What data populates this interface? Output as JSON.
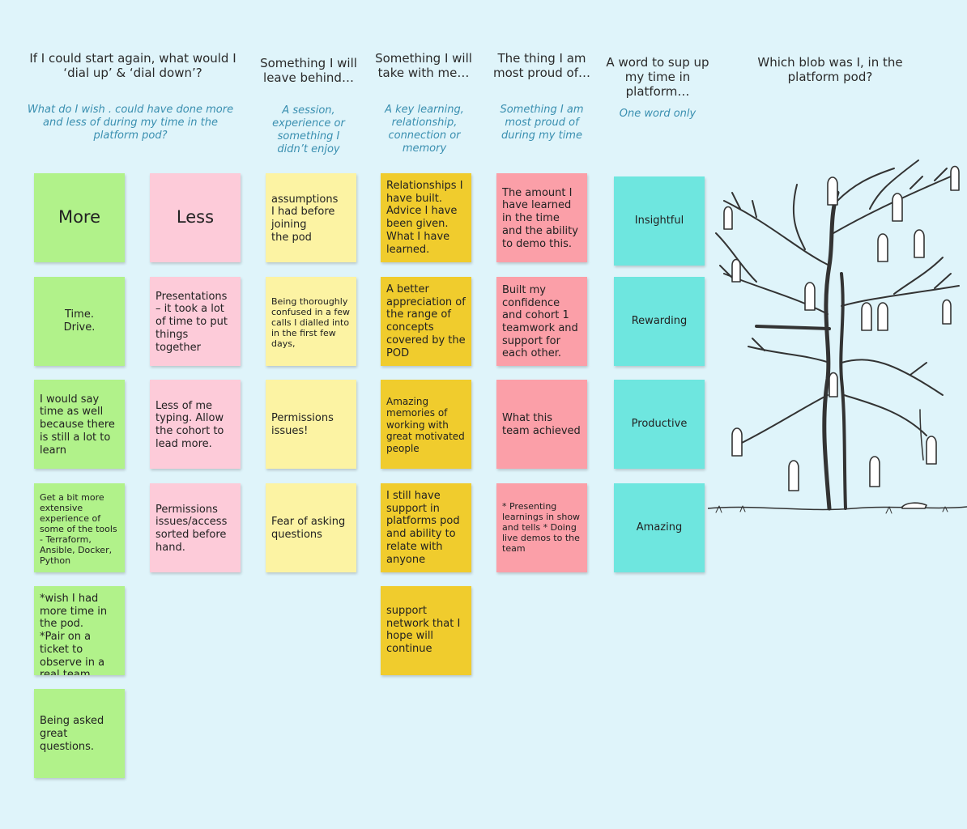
{
  "columns": [
    {
      "header": "If I could start again, what would I ‘dial up’ & ‘dial down’?",
      "sub": "What do I wish . could have done more and less of during my time in the platform pod?"
    },
    {
      "header": "Something I will leave behind…",
      "sub": "A session, experience or something I didn’t enjoy"
    },
    {
      "header": "Something I will take with me…",
      "sub": "A key learning, relationship, connection or memory"
    },
    {
      "header": "The thing I am most proud of…",
      "sub": "Something I am most proud of during my time"
    },
    {
      "header": "A word to sup up my time in platform…",
      "sub": "One word only"
    },
    {
      "header": "Which blob was I, in the platform pod?",
      "sub": ""
    }
  ],
  "more": [
    "More",
    "Time.\nDrive.",
    "I would say time as well because there is still a lot to learn",
    "Get a bit more extensive experience of some of the tools - Terraform, Ansible, Docker, Python",
    "*wish I had more time in the pod.\n*Pair on a ticket to observe in a real team.",
    "Being asked great questions."
  ],
  "less": [
    "Less",
    "Presentations – it took a lot of time to put things together",
    "Less of me typing. Allow the cohort to lead more.",
    "Permissions issues/access sorted before hand."
  ],
  "leave": [
    "assumptions\nI had before joining\nthe pod",
    "Being thoroughly confused in a few calls I dialled into in the first few days,",
    "Permissions issues!",
    "Fear of asking questions"
  ],
  "take": [
    "Relationships I have built.\nAdvice I have been given.\nWhat I have learned.",
    "A better appreciation of the range of concepts covered by the POD",
    "Amazing memories of working with great motivated people",
    "I still have support in platforms pod and ability to relate with anyone",
    "support network that I hope will continue"
  ],
  "proud": [
    "The amount I have learned in the time and the ability to demo this.",
    "Built my confidence and cohort 1 teamwork and support for each other.",
    "What this team achieved",
    "* Presenting learnings in show and tells * Doing live demos to the team"
  ],
  "word": [
    "Insightful",
    "Rewarding",
    "Productive",
    "Amazing"
  ],
  "colors": {
    "green": "#b1f28a",
    "pink": "#fdcbd9",
    "light_yellow": "#fcf3a3",
    "gold": "#f0cc2d",
    "salmon": "#fb9fa8",
    "teal": "#6ee6df",
    "background": "#dff4fa"
  },
  "illustration": "blob-tree-drawing"
}
